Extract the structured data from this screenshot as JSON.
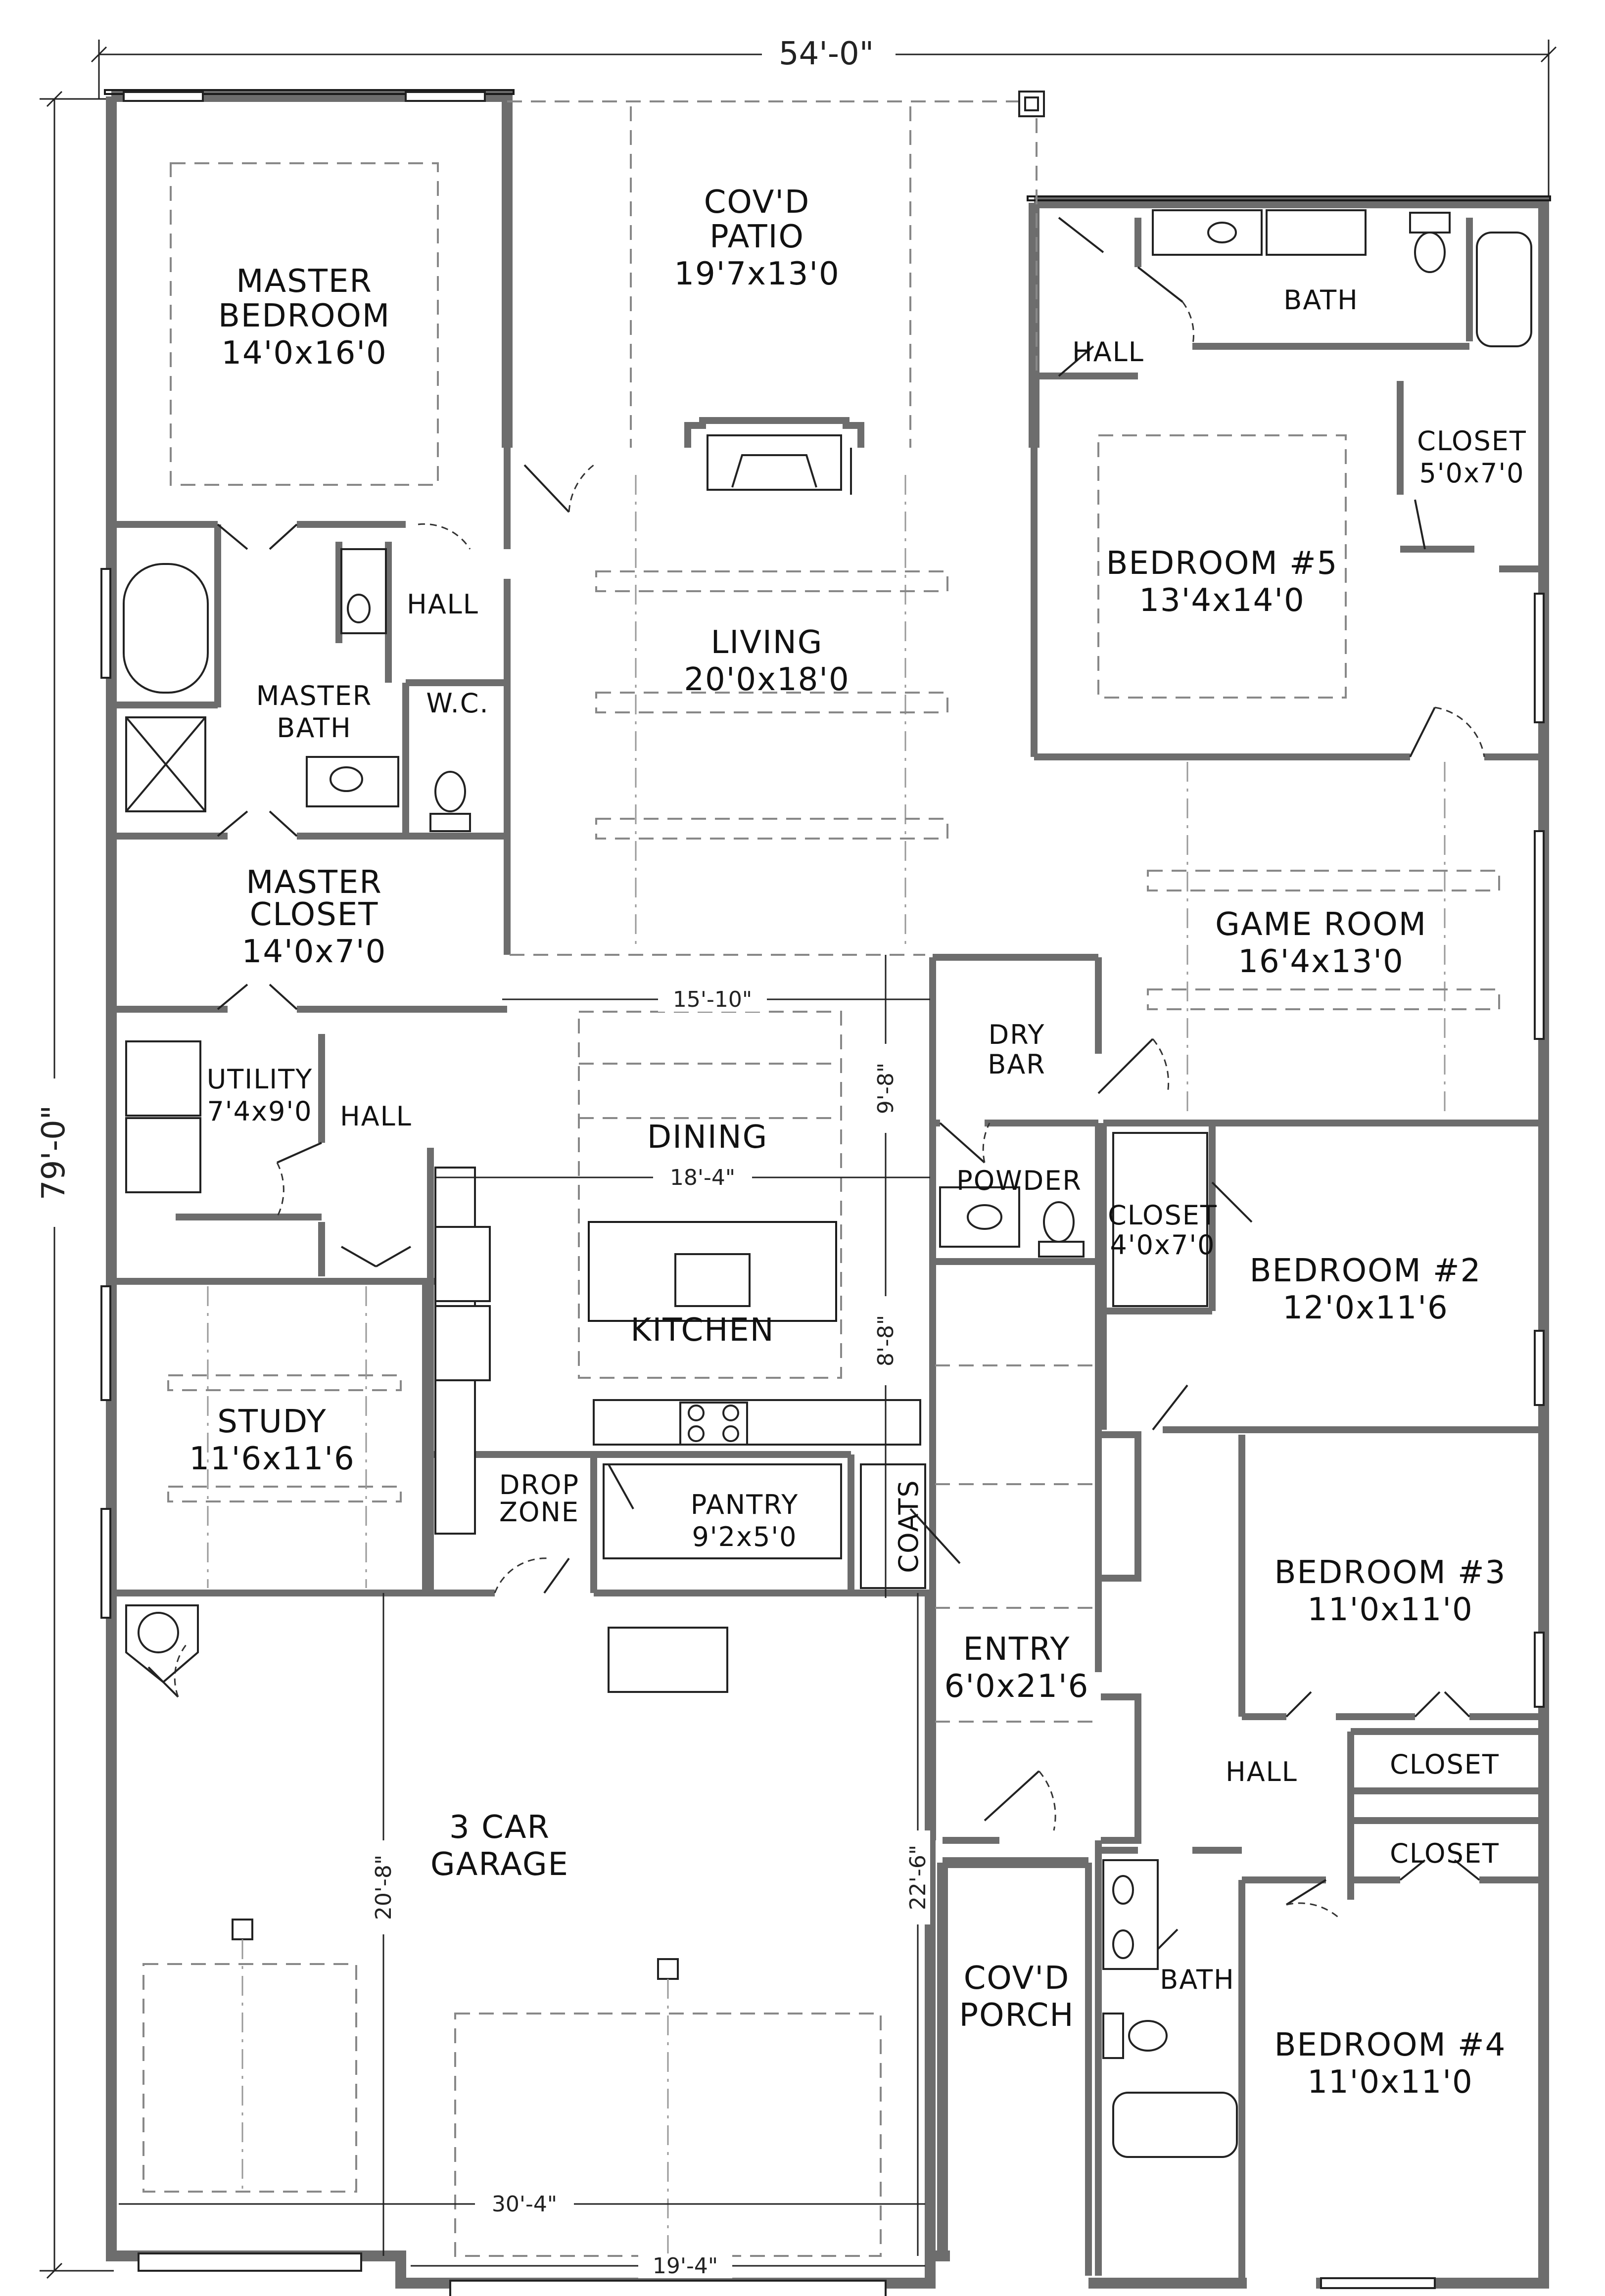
{
  "plan": {
    "overall_width": "54'-0\"",
    "overall_depth": "79'-0\"",
    "rooms": {
      "patio": {
        "name_line1": "COV'D",
        "name_line2": "PATIO",
        "size": "19'7x13'0"
      },
      "master_bed": {
        "name_line1": "MASTER",
        "name_line2": "BEDROOM",
        "size": "14'0x16'0"
      },
      "bath_top": {
        "name": "BATH"
      },
      "hall_top": {
        "name": "HALL"
      },
      "closet_5": {
        "name": "CLOSET",
        "size": "5'0x7'0"
      },
      "bedroom_5": {
        "name": "BEDROOM #5",
        "size": "13'4x14'0"
      },
      "hall_master": {
        "name": "HALL"
      },
      "living": {
        "name": "LIVING",
        "size": "20'0x18'0"
      },
      "master_bath": {
        "name_line1": "MASTER",
        "name_line2": "BATH"
      },
      "wc": {
        "name": "W.C."
      },
      "master_closet": {
        "name_line1": "MASTER",
        "name_line2": "CLOSET",
        "size": "14'0x7'0"
      },
      "game_room": {
        "name": "GAME ROOM",
        "size": "16'4x13'0"
      },
      "dry_bar": {
        "name_line1": "DRY",
        "name_line2": "BAR"
      },
      "utility": {
        "name": "UTILITY",
        "size": "7'4x9'0"
      },
      "hall_utility": {
        "name": "HALL"
      },
      "dining": {
        "name": "DINING"
      },
      "powder": {
        "name": "POWDER"
      },
      "closet_2": {
        "name": "CLOSET",
        "size": "4'0x7'0"
      },
      "bedroom_2": {
        "name": "BEDROOM #2",
        "size": "12'0x11'6"
      },
      "kitchen": {
        "name": "KITCHEN"
      },
      "study": {
        "name": "STUDY",
        "size": "11'6x11'6"
      },
      "drop_zone": {
        "name_line1": "DROP",
        "name_line2": "ZONE"
      },
      "pantry": {
        "name": "PANTRY",
        "size": "9'2x5'0"
      },
      "coats": {
        "name": "COATS"
      },
      "bedroom_3": {
        "name": "BEDROOM #3",
        "size": "11'0x11'0"
      },
      "entry": {
        "name": "ENTRY",
        "size": "6'0x21'6"
      },
      "hall_bed": {
        "name": "HALL"
      },
      "closet_b3": {
        "name": "CLOSET"
      },
      "closet_b4": {
        "name": "CLOSET"
      },
      "garage": {
        "name_line1": "3 CAR",
        "name_line2": "GARAGE"
      },
      "bath_bottom": {
        "name": "BATH"
      },
      "porch": {
        "name_line1": "COV'D",
        "name_line2": "PORCH"
      },
      "bedroom_4": {
        "name": "BEDROOM #4",
        "size": "11'0x11'0"
      }
    },
    "dimensions": {
      "living_width": "15'-10\"",
      "kitchen_width": "18'-4\"",
      "dining_depth": "9'-8\"",
      "kitchen_depth": "8'-8\"",
      "garage_left_depth": "20'-8\"",
      "garage_right_depth": "22'-6\"",
      "garage_width": "30'-4\"",
      "garage_door_width": "19'-4\""
    }
  }
}
